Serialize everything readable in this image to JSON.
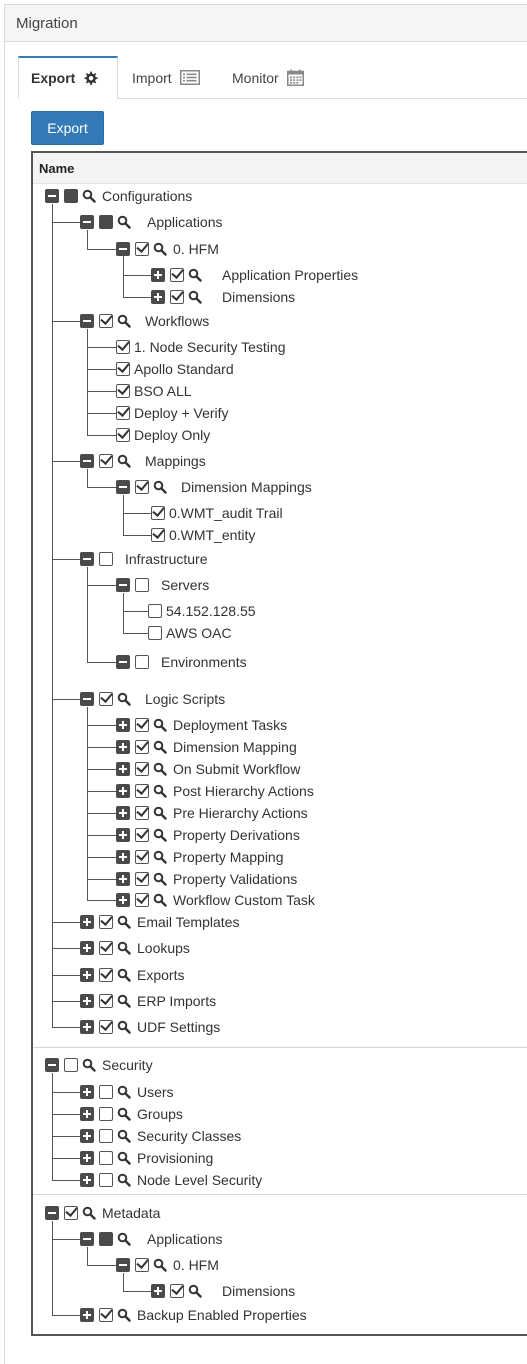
{
  "page": {
    "title": "Migration"
  },
  "tabs": [
    {
      "label": "Export",
      "icon": "gear-icon",
      "active": true
    },
    {
      "label": "Import",
      "icon": "list-icon",
      "active": false
    },
    {
      "label": "Monitor",
      "icon": "calendar-icon",
      "active": false
    }
  ],
  "actions": {
    "export_label": "Export"
  },
  "tree": {
    "header": "Name",
    "nodes": [
      {
        "label": "Configurations",
        "toggle": "expanded",
        "check": "partial",
        "search": true
      },
      {
        "label": "Applications",
        "toggle": "expanded",
        "check": "partial",
        "search": true
      },
      {
        "label": "0. HFM",
        "toggle": "expanded",
        "check": "checked",
        "search": true
      },
      {
        "label": "Application Properties",
        "toggle": "collapsed",
        "check": "checked",
        "search": true
      },
      {
        "label": "Dimensions",
        "toggle": "collapsed",
        "check": "checked",
        "search": true
      },
      {
        "label": "Workflows",
        "toggle": "expanded",
        "check": "checked",
        "search": true
      },
      {
        "label": "1. Node Security Testing",
        "toggle": "none",
        "check": "checked",
        "search": false
      },
      {
        "label": "Apollo Standard",
        "toggle": "none",
        "check": "checked",
        "search": false
      },
      {
        "label": "BSO ALL",
        "toggle": "none",
        "check": "checked",
        "search": false
      },
      {
        "label": "Deploy + Verify",
        "toggle": "none",
        "check": "checked",
        "search": false
      },
      {
        "label": "Deploy Only",
        "toggle": "none",
        "check": "checked",
        "search": false
      },
      {
        "label": "Mappings",
        "toggle": "expanded",
        "check": "checked",
        "search": true
      },
      {
        "label": "Dimension Mappings",
        "toggle": "expanded",
        "check": "checked",
        "search": true
      },
      {
        "label": "0.WMT_audit Trail",
        "toggle": "none",
        "check": "checked",
        "search": false
      },
      {
        "label": "0.WMT_entity",
        "toggle": "none",
        "check": "checked",
        "search": false
      },
      {
        "label": "Infrastructure",
        "toggle": "expanded",
        "check": "unchecked",
        "search": false
      },
      {
        "label": "Servers",
        "toggle": "expanded",
        "check": "unchecked",
        "search": false
      },
      {
        "label": "54.152.128.55",
        "toggle": "none",
        "check": "unchecked",
        "search": false
      },
      {
        "label": "AWS OAC",
        "toggle": "none",
        "check": "unchecked",
        "search": false
      },
      {
        "label": "Environments",
        "toggle": "expanded",
        "check": "unchecked",
        "search": false
      },
      {
        "label": "Logic Scripts",
        "toggle": "expanded",
        "check": "checked",
        "search": true
      },
      {
        "label": "Deployment Tasks",
        "toggle": "collapsed",
        "check": "checked",
        "search": true
      },
      {
        "label": "Dimension Mapping",
        "toggle": "collapsed",
        "check": "checked",
        "search": true
      },
      {
        "label": "On Submit Workflow",
        "toggle": "collapsed",
        "check": "checked",
        "search": true
      },
      {
        "label": "Post Hierarchy Actions",
        "toggle": "collapsed",
        "check": "checked",
        "search": true
      },
      {
        "label": "Pre Hierarchy Actions",
        "toggle": "collapsed",
        "check": "checked",
        "search": true
      },
      {
        "label": "Property Derivations",
        "toggle": "collapsed",
        "check": "checked",
        "search": true
      },
      {
        "label": "Property Mapping",
        "toggle": "collapsed",
        "check": "checked",
        "search": true
      },
      {
        "label": "Property Validations",
        "toggle": "collapsed",
        "check": "checked",
        "search": true
      },
      {
        "label": "Workflow Custom Task",
        "toggle": "collapsed",
        "check": "checked",
        "search": true
      },
      {
        "label": "Email Templates",
        "toggle": "collapsed",
        "check": "checked",
        "search": true
      },
      {
        "label": "Lookups",
        "toggle": "collapsed",
        "check": "checked",
        "search": true
      },
      {
        "label": "Exports",
        "toggle": "collapsed",
        "check": "checked",
        "search": true
      },
      {
        "label": "ERP Imports",
        "toggle": "collapsed",
        "check": "checked",
        "search": true
      },
      {
        "label": "UDF Settings",
        "toggle": "collapsed",
        "check": "checked",
        "search": true
      },
      {
        "label": "Security",
        "toggle": "expanded",
        "check": "unchecked",
        "search": true
      },
      {
        "label": "Users",
        "toggle": "collapsed",
        "check": "unchecked",
        "search": true
      },
      {
        "label": "Groups",
        "toggle": "collapsed",
        "check": "unchecked",
        "search": true
      },
      {
        "label": "Security Classes",
        "toggle": "collapsed",
        "check": "unchecked",
        "search": true
      },
      {
        "label": "Provisioning",
        "toggle": "collapsed",
        "check": "unchecked",
        "search": true
      },
      {
        "label": "Node Level Security",
        "toggle": "collapsed",
        "check": "unchecked",
        "search": true
      },
      {
        "label": "Metadata",
        "toggle": "expanded",
        "check": "checked",
        "search": true
      },
      {
        "label": "Applications",
        "toggle": "expanded",
        "check": "partial",
        "search": true
      },
      {
        "label": "0. HFM",
        "toggle": "expanded",
        "check": "checked",
        "search": true
      },
      {
        "label": "Dimensions",
        "toggle": "collapsed",
        "check": "checked",
        "search": true
      },
      {
        "label": "Backup Enabled Properties",
        "toggle": "collapsed",
        "check": "checked",
        "search": true
      }
    ]
  }
}
